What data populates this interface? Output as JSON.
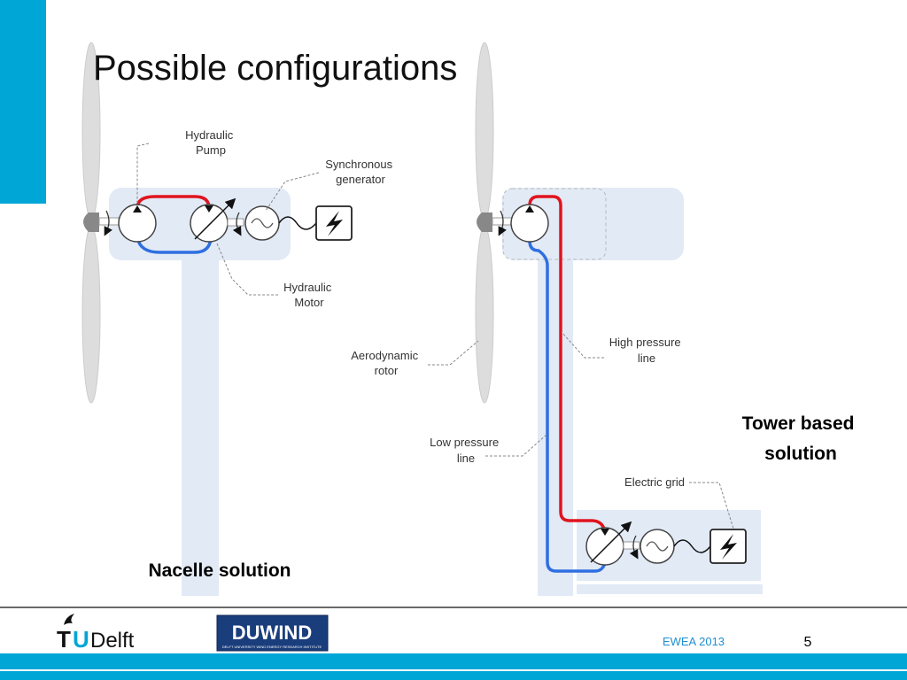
{
  "slide": {
    "title": "Possible configurations",
    "accent_color": "#00a6d6"
  },
  "diagram": {
    "labels": {
      "hydraulic_pump": [
        "Hydraulic",
        "Pump"
      ],
      "synchronous_generator": [
        "Synchronous",
        "generator"
      ],
      "hydraulic_motor": [
        "Hydraulic",
        "Motor"
      ],
      "aerodynamic_rotor": [
        "Aerodynamic",
        "rotor"
      ],
      "high_pressure_line": [
        "High pressure",
        "line"
      ],
      "low_pressure_line": [
        "Low pressure",
        "line"
      ],
      "electric_grid": "Electric grid"
    },
    "captions": {
      "nacelle": "Nacelle solution",
      "tower": [
        "Tower based",
        "solution"
      ]
    },
    "colors": {
      "high_pressure": "#e0141e",
      "low_pressure": "#2f6fe0",
      "structure": "#e2eaf6"
    }
  },
  "footer": {
    "tudelft_t": "T",
    "tudelft_u": "U",
    "tudelft_delft": "Delft",
    "duwind_name": "DUWIND",
    "duwind_subtitle": "DELFT UNIVERSITY WIND ENERGY RESEARCH INSTITUTE",
    "event": "EWEA 2013",
    "page_number": "5"
  }
}
